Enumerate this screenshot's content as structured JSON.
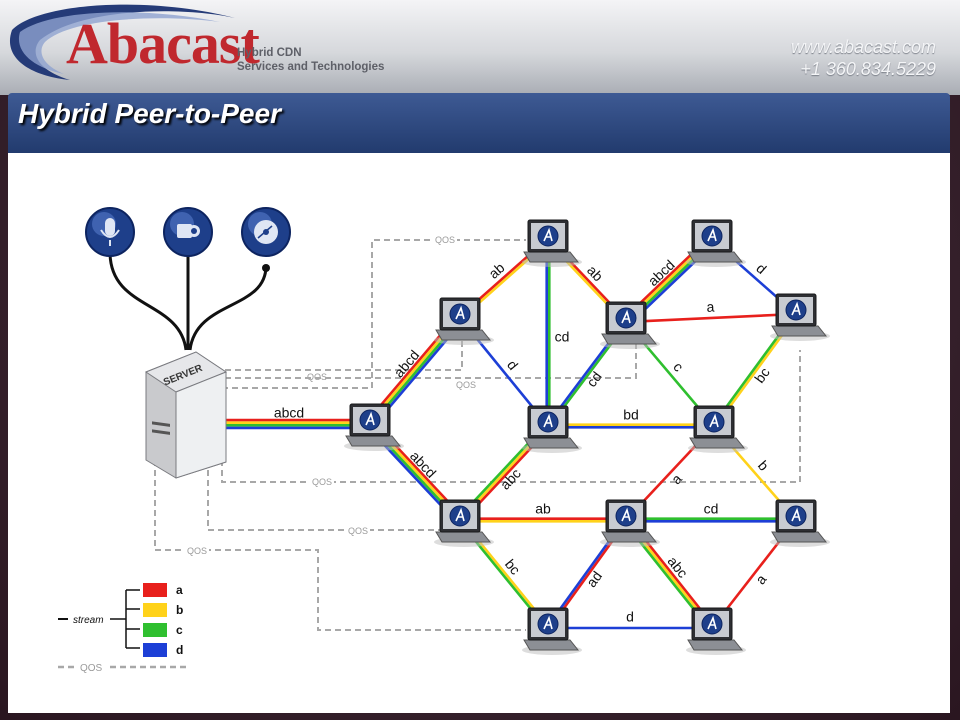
{
  "header": {
    "logo": "Abacast",
    "tagline_line1": "Hybrid CDN",
    "tagline_line2": "Services and Technologies",
    "website": "www.abacast.com",
    "phone": "+1 360.834.5229"
  },
  "title": "Hybrid Peer-to-Peer",
  "server_label": "SERVER",
  "sources": [
    {
      "icon": "microphone-icon"
    },
    {
      "icon": "video-camera-icon"
    },
    {
      "icon": "media-disc-icon"
    }
  ],
  "links": [
    {
      "from": "server",
      "to": "p1",
      "label": "abcd"
    },
    {
      "from": "p1",
      "to": "p2",
      "label": "abcd"
    },
    {
      "from": "p2",
      "to": "p3",
      "label": "ab"
    },
    {
      "from": "p3",
      "to": "p4",
      "label": "ab"
    },
    {
      "from": "p4",
      "to": "p6",
      "label": "abcd"
    },
    {
      "from": "p6",
      "to": "p7",
      "label": "d"
    },
    {
      "from": "p4",
      "to": "p7",
      "label": "a"
    },
    {
      "from": "p3",
      "to": "p5",
      "label": "cd"
    },
    {
      "from": "p2",
      "to": "p5",
      "label": "d"
    },
    {
      "from": "p4",
      "to": "p5",
      "label": "cd"
    },
    {
      "from": "p4",
      "to": "p8",
      "label": "c"
    },
    {
      "from": "p7",
      "to": "p8",
      "label": "bc"
    },
    {
      "from": "p5",
      "to": "p8",
      "label": "bd"
    },
    {
      "from": "p1",
      "to": "p9",
      "label": "abcd"
    },
    {
      "from": "p5",
      "to": "p9",
      "label": "abc"
    },
    {
      "from": "p8",
      "to": "p10",
      "label": "a"
    },
    {
      "from": "p9",
      "to": "p10",
      "label": "ab"
    },
    {
      "from": "p10",
      "to": "p11",
      "label": "cd"
    },
    {
      "from": "p8",
      "to": "p11",
      "label": "b"
    },
    {
      "from": "p9",
      "to": "p12",
      "label": "bc"
    },
    {
      "from": "p10",
      "to": "p12",
      "label": "ad"
    },
    {
      "from": "p10",
      "to": "p13",
      "label": "abc"
    },
    {
      "from": "p11",
      "to": "p13",
      "label": "a"
    },
    {
      "from": "p12",
      "to": "p13",
      "label": "d"
    }
  ],
  "qos_label": "QOS",
  "legend": {
    "title": "stream",
    "items": [
      {
        "label": "a",
        "color": "#e8201c"
      },
      {
        "label": "b",
        "color": "#ffd21a"
      },
      {
        "label": "c",
        "color": "#2fbf2f"
      },
      {
        "label": "d",
        "color": "#1d3fd6"
      }
    ],
    "qos": "QOS"
  },
  "stream_colors": {
    "a": "#e8201c",
    "b": "#ffd21a",
    "c": "#2fbf2f",
    "d": "#1d3fd6"
  }
}
